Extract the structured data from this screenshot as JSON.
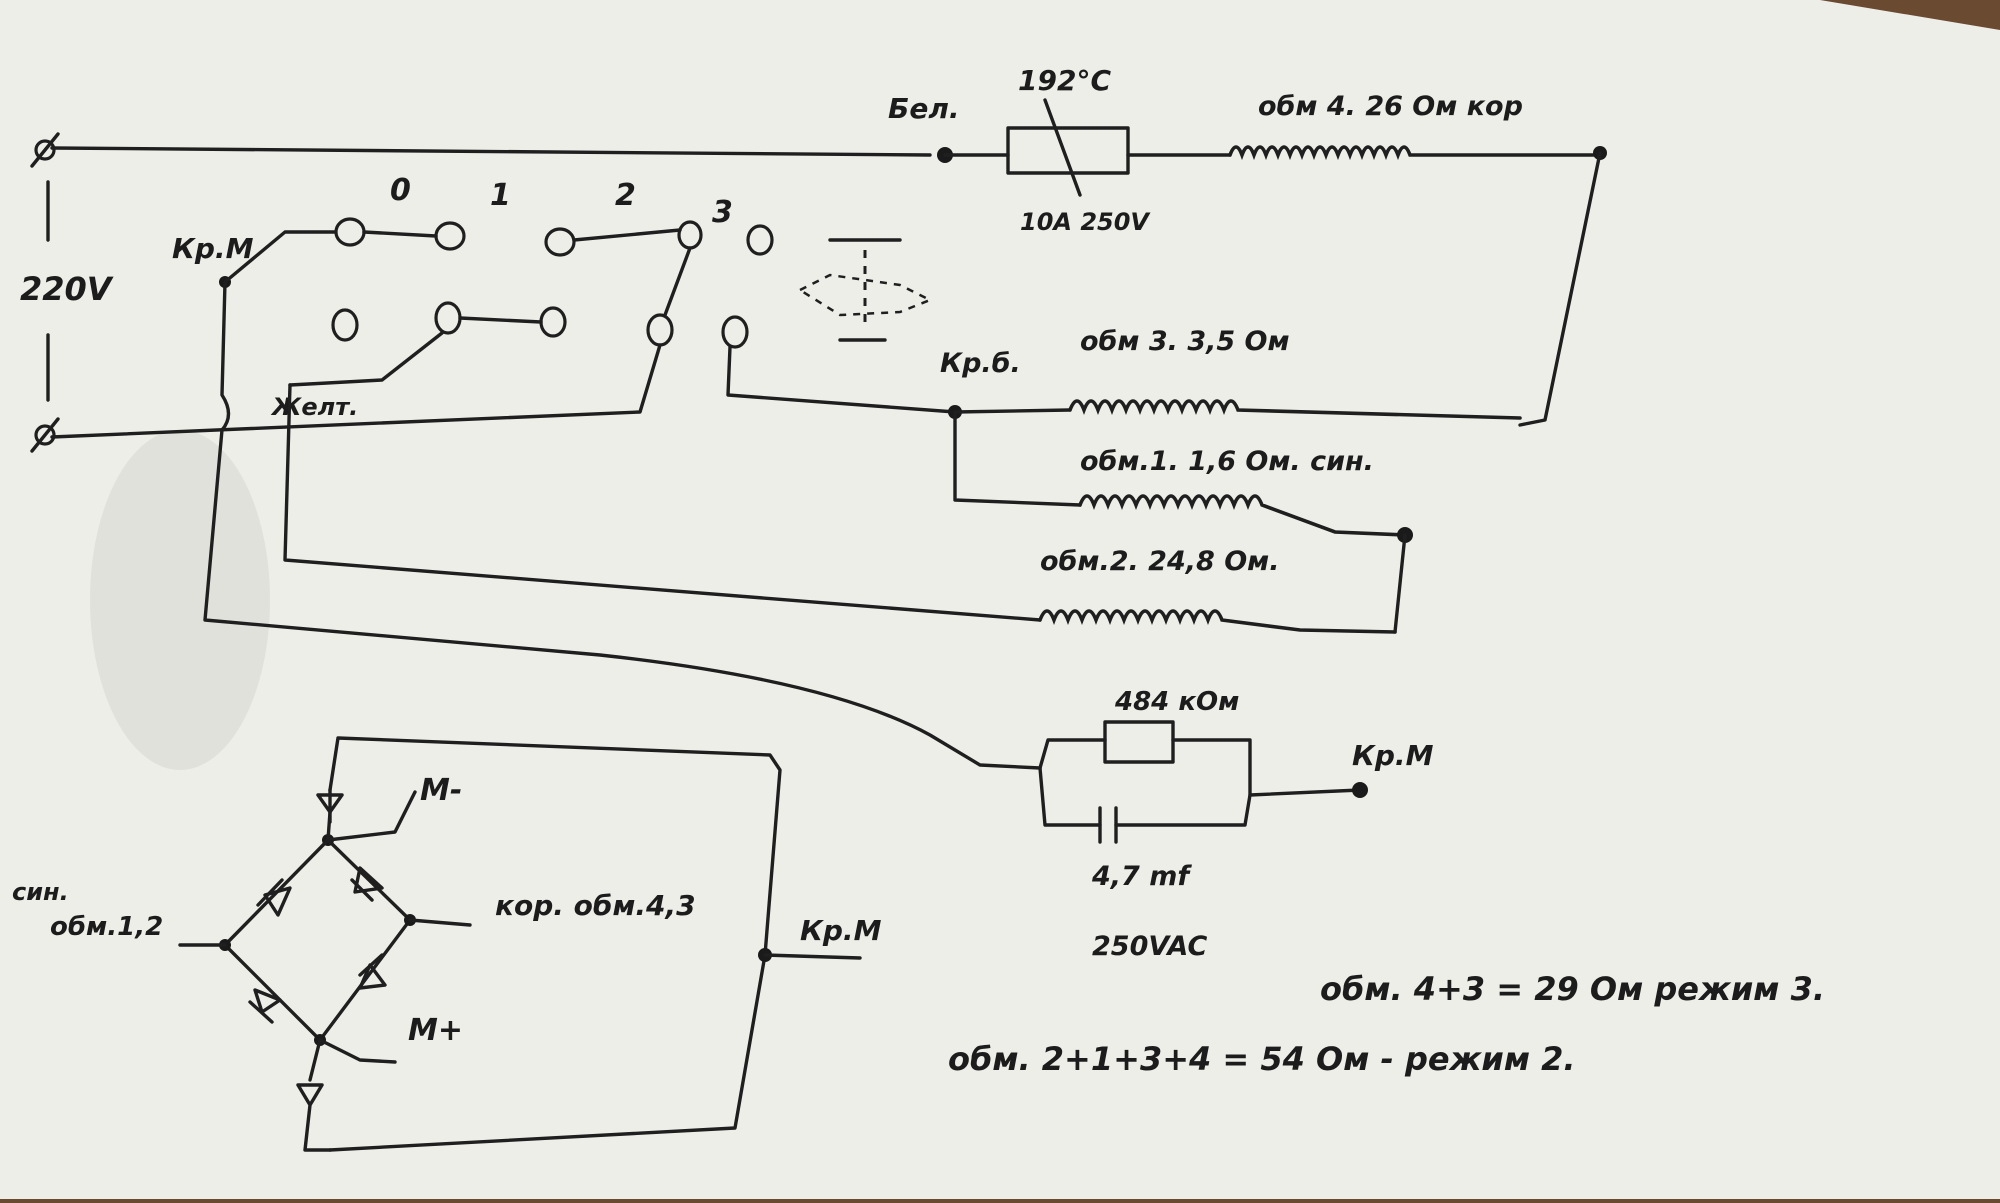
{
  "labels": {
    "voltage": "220V",
    "km_top": "Кр.М",
    "km_cap": "Кр.М",
    "km_bridge": "Кр.М",
    "kb": "Кр.б.",
    "zhelt": "Желт.",
    "bel": "Бел.",
    "pos0": "0",
    "pos1": "1",
    "pos2": "2",
    "pos3": "3",
    "temp": "192°C",
    "fuse_rating": "10А 250V",
    "coil4": "обм 4. 26 Ом кор",
    "coil3": "обм 3. 3,5 Ом",
    "coil1": "обм.1. 1,6 Ом. син.",
    "coil2": "обм.2. 24,8 Ом.",
    "resistor": "484 кОм",
    "cap_value": "4,7 mf",
    "cap_voltage": "250VAC",
    "m_minus": "М-",
    "m_plus": "М+",
    "bridge_left_1": "син.",
    "bridge_left_2": "обм.1,2",
    "bridge_right": "кор. обм.4,3",
    "note1": "обм. 4+3 = 29 Ом режим 3.",
    "note2": "обм. 2+1+3+4 = 54 Ом - режим 2."
  },
  "colors": {
    "paper": "#efefe9",
    "ink": "#1f1f1f",
    "background": "#6b4a32"
  }
}
